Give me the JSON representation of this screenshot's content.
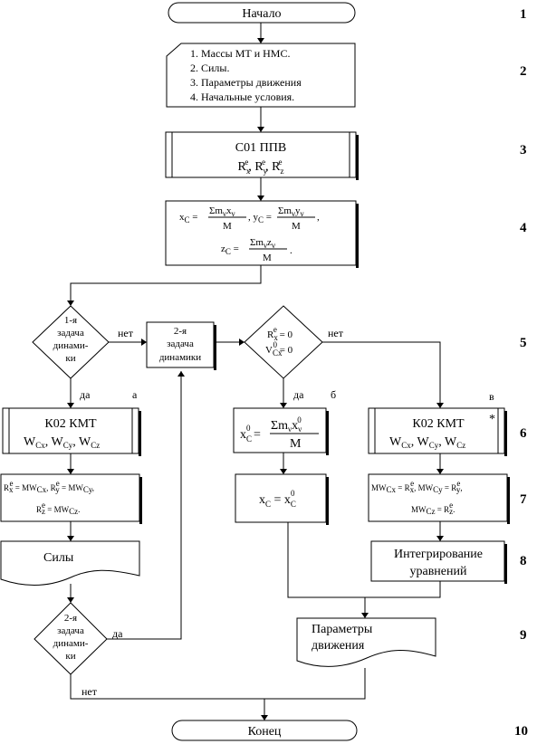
{
  "blocks": {
    "start": "Начало",
    "input": [
      "1. Массы МТ и НМС.",
      "2. Силы.",
      "3. Параметры движения",
      "4. Начальные условия."
    ],
    "c01": {
      "title": "С01 ППВ",
      "formula": "R_x^e, R_y^e, R_z^e"
    },
    "mass_center": {
      "line1": "x_C = Σm_ν x_ν / M, y_C = Σm_ν y_ν / M,",
      "line2": "z_C = Σm_ν z_ν / M."
    },
    "decision_1": [
      "1-я",
      "задача",
      "динами-",
      "ки"
    ],
    "task2_box": [
      "2-я",
      "задача",
      "динамики"
    ],
    "decision_r": {
      "line1": "R_x^e = 0",
      "line2": "V_Cx^0 = 0"
    },
    "k02_left": {
      "title": "К02 КМТ",
      "formula": "W_Cx, W_Cy, W_Cz"
    },
    "forces_left": {
      "line1": "R_x^e = MW_Cx, R_y^e = MW_Cy,",
      "line2": "R_z^e = MW_Cz."
    },
    "forces_doc": "Силы",
    "decision_2": [
      "2-я",
      "задача",
      "динами-",
      "ки"
    ],
    "xc0_box": "x_C^0 = Σm_ν x_ν^0 / M",
    "xc_box": "x_C = x_C^0",
    "k02_right": {
      "title": "К02 КМТ",
      "formula": "W_Cx, W_Cy, W_Cz",
      "mark": "*"
    },
    "right_eq": {
      "line1": "MW_Cx = R_x^e, MW_Cy = R_y^e,",
      "line2": "MW_Cz = R_z^e."
    },
    "integrate": [
      "Интегрирование",
      "уравнений"
    ],
    "motion_params": [
      "Параметры",
      "движения"
    ],
    "end": "Конец"
  },
  "labels": {
    "no": "нет",
    "yes": "да",
    "a": "а",
    "b": "б",
    "v": "в"
  },
  "row_numbers": [
    "1",
    "2",
    "3",
    "4",
    "5",
    "6",
    "7",
    "8",
    "9",
    "10"
  ]
}
